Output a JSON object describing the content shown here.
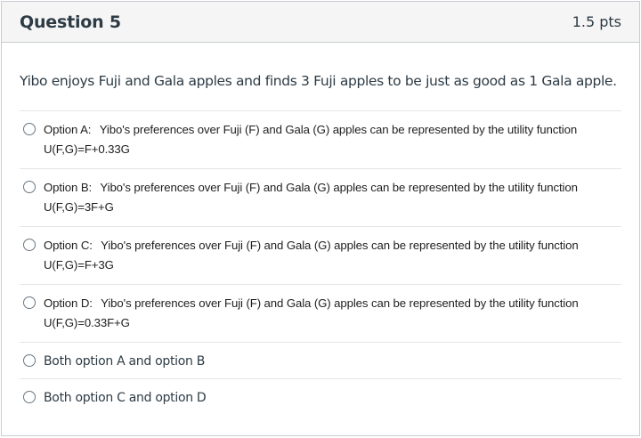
{
  "question": {
    "title": "Question 5",
    "points": "1.5 pts",
    "text": "Yibo enjoys Fuji and Gala apples and finds 3 Fuji apples to be just as good as 1 Gala apple."
  },
  "answers": [
    {
      "prefix": "Option A:",
      "line1": "Yibo's preferences over Fuji (F) and Gala (G) apples can be represented by the utility function",
      "line2": "U(F,G)=F+0.33G"
    },
    {
      "prefix": "Option B:",
      "line1": "Yibo's preferences over Fuji (F) and Gala (G) apples can be represented by the utility function",
      "line2": "U(F,G)=3F+G"
    },
    {
      "prefix": "Option C:",
      "line1": "Yibo's preferences over Fuji (F) and Gala (G) apples can be represented by the utility function",
      "line2": "U(F,G)=F+3G"
    },
    {
      "prefix": "Option D:",
      "line1": "Yibo's preferences over Fuji (F) and Gala (G) apples can be represented by the utility function",
      "line2": "U(F,G)=0.33F+G"
    },
    {
      "label": "Both option A and option B"
    },
    {
      "label": "Both option C and option D"
    }
  ]
}
